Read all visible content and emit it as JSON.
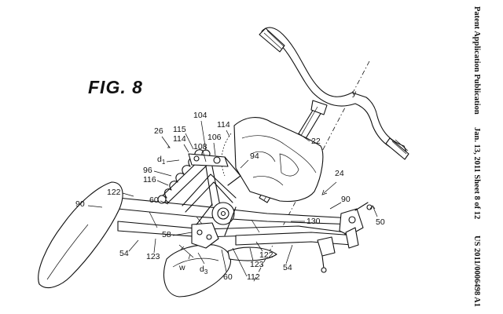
{
  "figure": {
    "title": "FIG. 8"
  },
  "header": {
    "publication": "Patent Application Publication",
    "date_sheet": "Jan. 13, 2011  Sheet 8 of 12",
    "number": "US 2011/0006498 A1"
  },
  "labels": {
    "l26": "26",
    "l104": "104",
    "l114a": "114",
    "l115": "115",
    "l114b": "114",
    "l106": "106",
    "l108": "108",
    "l94": "94",
    "l22": "22",
    "ly": "y",
    "l24": "24",
    "l90a": "90",
    "l90b": "90",
    "l50": "50",
    "l130": "130",
    "ld1": "d",
    "ld1sub": "1",
    "l96": "96",
    "l116": "116",
    "l122a": "122",
    "l60a": "60",
    "l58": "58",
    "l54a": "54",
    "l123a": "123",
    "lw": "w",
    "ld3": "d",
    "ld3sub": "3",
    "l60b": "60",
    "l112": "112",
    "l123b": "123",
    "l122b": "122",
    "l54b": "54"
  }
}
